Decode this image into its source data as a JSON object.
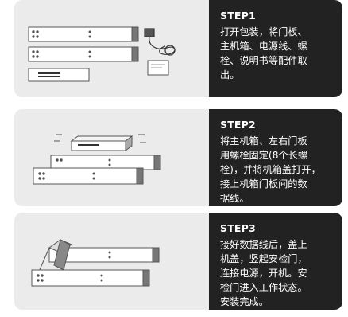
{
  "steps": [
    {
      "title": "STEP1",
      "text": "打开包装，将门板、\n主机箱、电源线、螺\n栓、说明书等配件取\n出。"
    },
    {
      "title": "STEP2",
      "text": "将主机箱、左右门板\n用螺栓固定(8个长螺\n栓)，并将机箱盖打开，\n接上机箱门板间的数\n据线。"
    },
    {
      "title": "STEP3",
      "text": "接好数据线后，盖上\n机盖，竖起安检门，\n连接电源，开机。安\n检门进入工作状态。\n安装完成。"
    }
  ]
}
